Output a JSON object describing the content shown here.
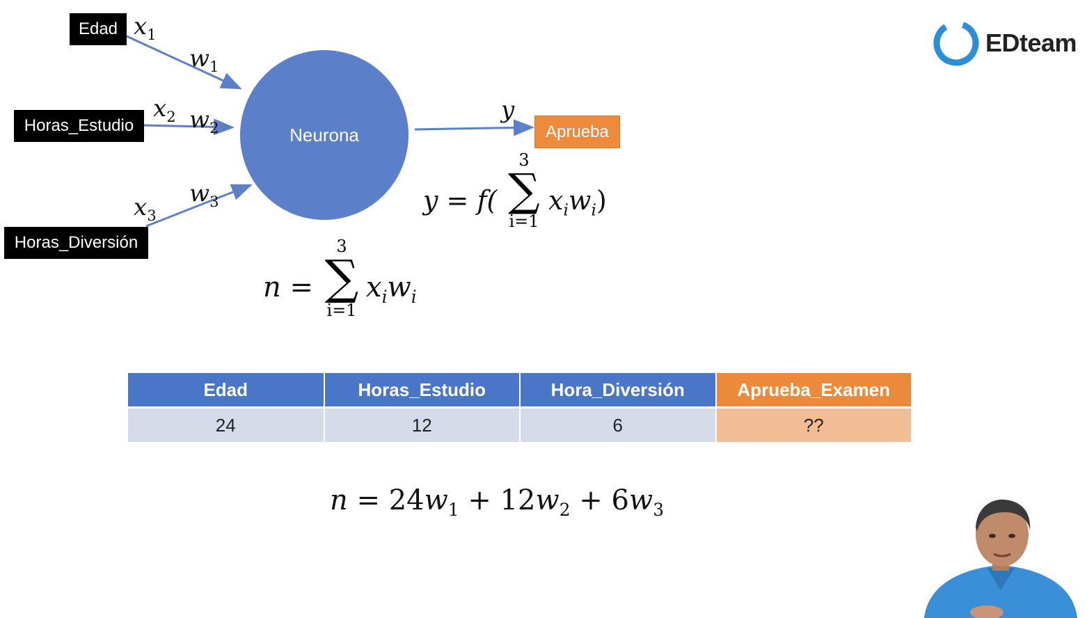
{
  "logo": {
    "text": "EDteam"
  },
  "inputs": [
    {
      "label": "Edad",
      "x_var": "x",
      "x_sub": "1",
      "w_var": "w",
      "w_sub": "1"
    },
    {
      "label": "Horas_Estudio",
      "x_var": "x",
      "x_sub": "2",
      "w_var": "w",
      "w_sub": "2"
    },
    {
      "label": "Horas_Diversión",
      "x_var": "x",
      "x_sub": "3",
      "w_var": "w",
      "w_sub": "3"
    }
  ],
  "neuron": {
    "label": "Neurona"
  },
  "output": {
    "var": "y",
    "label": "Aprueba"
  },
  "formulas": {
    "y_lhs": "y = f(",
    "y_rhs": ")",
    "sum_upper": "3",
    "sum_lower": "i=1",
    "x_i": "x",
    "w_i": "w",
    "i": "i",
    "n_lhs": "n =",
    "expanded": {
      "n": "n",
      "eq": "=",
      "c1": "24",
      "c2": "12",
      "c3": "6",
      "w": "w",
      "s1": "1",
      "s2": "2",
      "s3": "3",
      "plus": "+"
    }
  },
  "table": {
    "headers": [
      "Edad",
      "Horas_Estudio",
      "Hora_Diversión",
      "Aprueba_Examen"
    ],
    "row": [
      "24",
      "12",
      "6",
      "??"
    ]
  },
  "colors": {
    "neuron": "#5b7fc9",
    "arrow": "#5b7fc9",
    "output": "#ed8a3b",
    "table_header": "#4a76c8",
    "table_header_accent": "#ec8a3c",
    "table_cell": "#d6dbea",
    "table_cell_accent": "#f2bd95",
    "label_box": "#000000"
  }
}
